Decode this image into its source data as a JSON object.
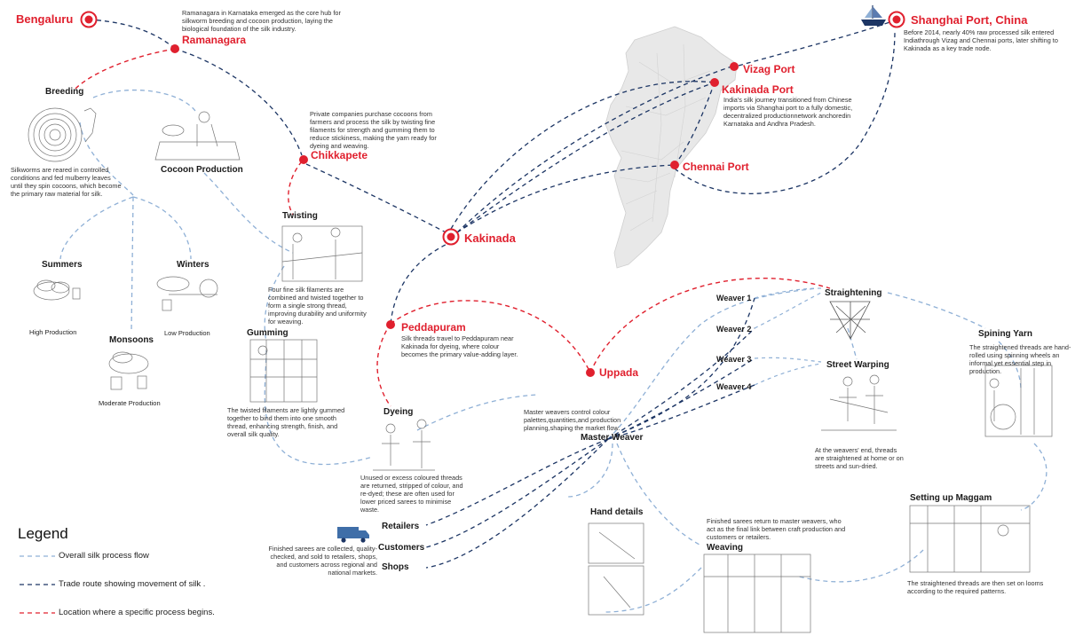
{
  "places": {
    "bengaluru": "Bengaluru",
    "ramanagara": "Ramanagara",
    "chikkapete": "Chikkapete",
    "kakinada": "Kakinada",
    "peddapuram": "Peddapuram",
    "uppada": "Uppada",
    "vizag": "Vizag Port",
    "kakinada_port": "Kakinada Port",
    "chennai": "Chennai Port",
    "shanghai": "Shanghai Port, China"
  },
  "processes": {
    "breeding": "Breeding",
    "cocoon": "Cocoon Production",
    "twisting": "Twisting",
    "gumming": "Gumming",
    "dyeing": "Dyeing",
    "summers": "Summers",
    "winters": "Winters",
    "monsoons": "Monsoons",
    "master_weaver": "Master Weaver",
    "weaver1": "Weaver 1",
    "weaver2": "Weaver 2",
    "weaver3": "Weaver 3",
    "weaver4": "Weaver 4",
    "straightening": "Straightening",
    "street_warping": "Street Warping",
    "spining_yarn": "Spining Yarn",
    "maggam": "Setting up Maggam",
    "weaving": "Weaving",
    "hand_details": "Hand details",
    "retailers": "Retailers",
    "customers": "Customers",
    "shops": "Shops"
  },
  "seasons": {
    "high": "High Production",
    "low": "Low Production",
    "moderate": "Moderate Production"
  },
  "descriptions": {
    "ramanagara": "Ramanagara in Karnataka emerged as the core hub for silkworm breeding and cocoon production, laying the  biological foundation of the silk industry.",
    "shanghai": "Before 2014, nearly 40% raw processed silk entered Indiathrough Vizag and Chennai ports, later shifting to Kakinada as a key trade node.",
    "kakinada_port": "India's silk journey transitioned from Chinese imports via Shanghai port to a fully domestic, decentralized productionnetwork anchoredin Karnataka and Andhra Pradesh.",
    "chikkapete": "Private companies purchase cocoons from farmers and process the silk by twisting fine filaments for strength and gumming them to reduce stickiness, making the yarn ready for dyeing and weaving.",
    "breeding": "Silkworms are reared in controlled conditions and fed mulberry leaves until they spin cocoons, which become the primary raw material for silk.",
    "twisting": "Four fine silk filaments are combined and twisted together to form a single strong thread, improving durability and uniformity for weaving.",
    "peddapuram": "Silk threads travel to Peddapuram near Kakinada for dyeing, where colour becomes the primary value-adding layer.",
    "gumming": "The twisted filaments are lightly gummed together to bind them into one smooth thread, enhancing strength, finish, and overall silk quality.",
    "dyeing": "Unused or excess coloured threads are returned, stripped of colour, and re-dyed; these are often used for lower priced sarees to minimise waste.",
    "master_weaver": "Master weavers control colour palettes,quantities,and production planning,shaping the market flow.",
    "street_warping": "At the weavers' end, threads are straightened at home or on streets and sun-dried.",
    "spining_yarn": "The straightened threads are hand-rolled using spinning wheels an informal yet essential step in production.",
    "maggam": "The straightened threads are then set on looms according to the required patterns.",
    "weaving": "Finished sarees return to master weavers, who act as the final link between craft production and customers or retailers.",
    "retail": "Finished sarees are collected, quality-checked, and sold to retailers, shops, and customers across regional and national markets."
  },
  "legend": {
    "title": "Legend",
    "items": [
      {
        "label": "Overall silk process flow",
        "color": "#8fb0d6"
      },
      {
        "label": "Trade route showing movement of silk .",
        "color": "#1c3564"
      },
      {
        "label": "Location where a specific process begins.",
        "color": "#e0202e"
      }
    ]
  },
  "colors": {
    "accent_red": "#e0202e",
    "route_navy": "#1c3564",
    "process_blue": "#8fb0d6",
    "map_grey": "#e6e6e6"
  },
  "icons": [
    "ship-icon",
    "truck-icon",
    "location-marker-icon"
  ]
}
